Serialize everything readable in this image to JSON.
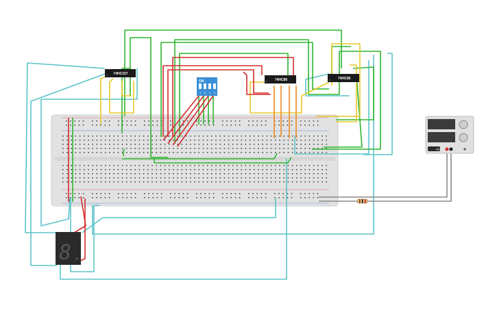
{
  "chips": {
    "left": "74HC157",
    "middle": "74HC86",
    "right": "74HC08"
  },
  "dip_switch": {
    "on_label": "ON",
    "numbers": [
      "1",
      "2",
      "3",
      "4"
    ]
  },
  "power_supply": {
    "switch_label": "OFF"
  },
  "seven_segment": {
    "display": "8"
  },
  "colors": {
    "breadboard": "#e4e4e4",
    "wire_green": "#2db52d",
    "wire_red": "#d42c2c",
    "wire_yellow": "#e8c82a",
    "wire_cyan": "#5bc3c8",
    "wire_orange": "#ee8a1c",
    "wire_gray": "#8a8a8a",
    "chip": "#1a1a1a",
    "dip_switch": "#3a8fd6"
  }
}
